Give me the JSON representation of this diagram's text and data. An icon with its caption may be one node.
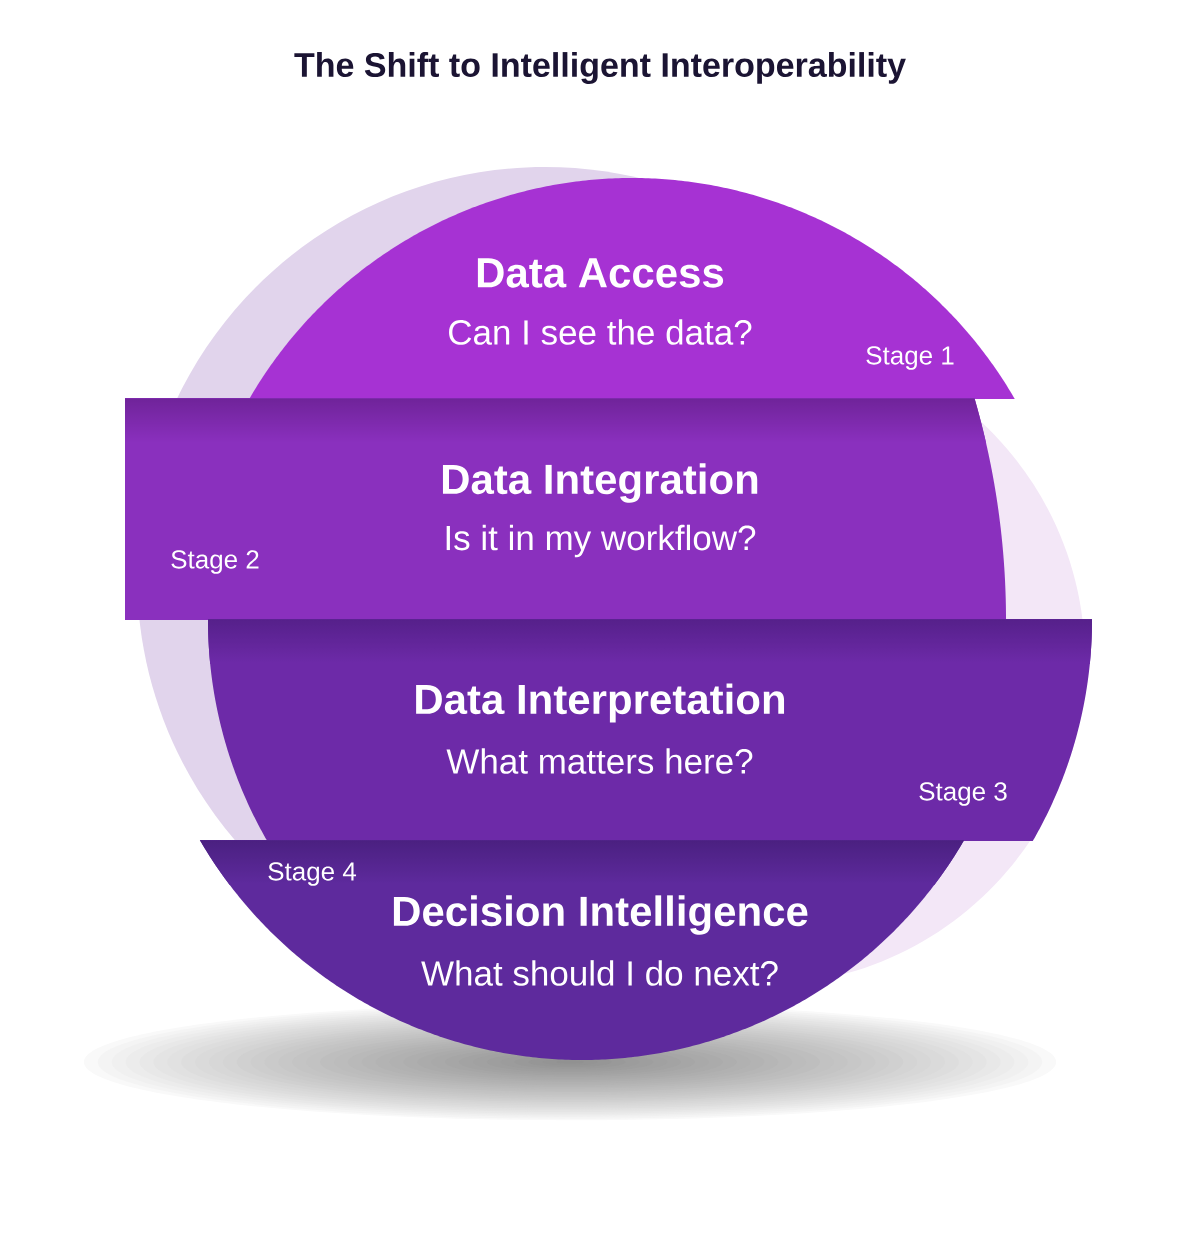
{
  "diagram": {
    "title": "The Shift to Intelligent Interoperability",
    "nodes": [
      {
        "text": [
          "Data Access",
          "Can I see the data?",
          "Stage 1"
        ]
      },
      {
        "text": [
          "Data Integration",
          "Is it in my workflow?",
          "Stage 2"
        ]
      },
      {
        "text": [
          "Data Interpretation",
          "What matters here?",
          "Stage 3"
        ]
      },
      {
        "text": [
          "Decision Intelligence",
          "What should I do next?",
          "Stage 4"
        ]
      }
    ]
  }
}
